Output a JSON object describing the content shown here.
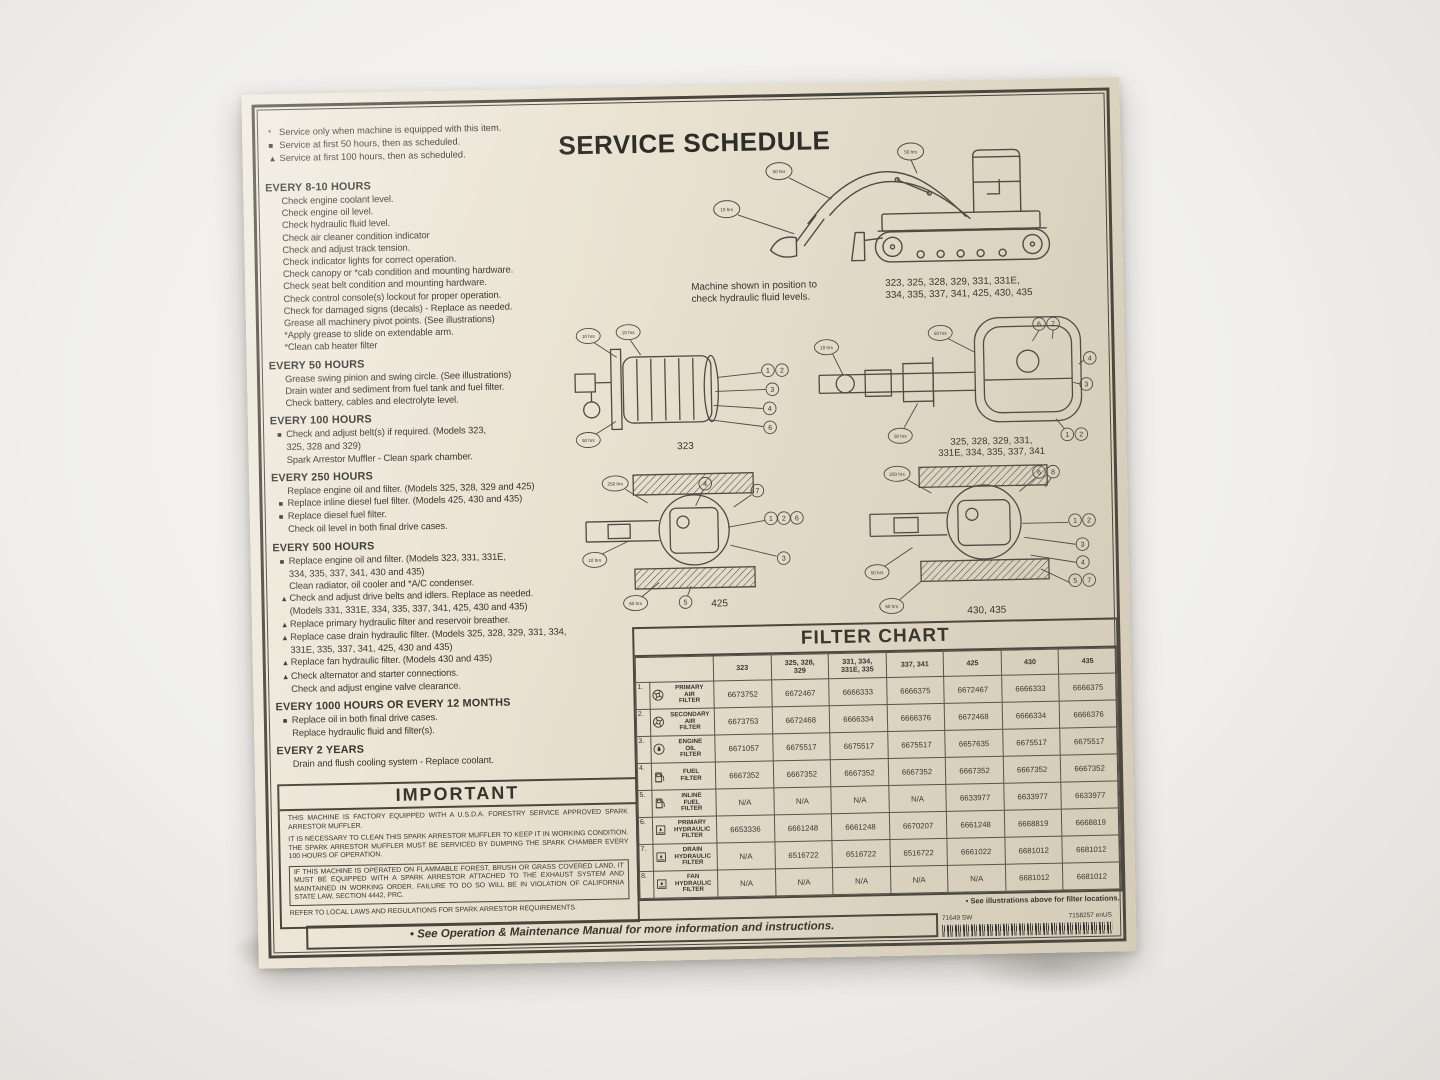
{
  "colors": {
    "label_bg": "#e9e2d1",
    "ink": "#35332c",
    "border": "#49453d"
  },
  "title": "SERVICE SCHEDULE",
  "legend": {
    "items": [
      {
        "sym": "*",
        "text": "Service only when machine is equipped with this item."
      },
      {
        "sym": "■",
        "text": "Service at first 50 hours, then as scheduled."
      },
      {
        "sym": "▲",
        "text": "Service at first 100 hours, then as scheduled."
      }
    ]
  },
  "schedule": {
    "sections": [
      {
        "heading": "EVERY 8-10 HOURS",
        "items": [
          {
            "m": "",
            "t": "Check engine coolant level."
          },
          {
            "m": "",
            "t": "Check engine oil level."
          },
          {
            "m": "",
            "t": "Check hydraulic fluid level."
          },
          {
            "m": "",
            "t": "Check air cleaner condition indicator"
          },
          {
            "m": "",
            "t": "Check and adjust track tension."
          },
          {
            "m": "",
            "t": "Check indicator lights for correct operation."
          },
          {
            "m": "",
            "t": "Check canopy or *cab condition and mounting hardware."
          },
          {
            "m": "",
            "t": "Check seat belt condition and mounting hardware."
          },
          {
            "m": "",
            "t": "Check control console(s) lockout for proper operation."
          },
          {
            "m": "",
            "t": "Check for damaged signs (decals) - Replace as needed."
          },
          {
            "m": "",
            "t": "Grease all machinery pivot points. (See illustrations)"
          },
          {
            "m": "",
            "t": "*Apply grease to slide on extendable arm."
          },
          {
            "m": "",
            "t": "*Clean cab heater filter"
          }
        ]
      },
      {
        "heading": "EVERY 50 HOURS",
        "items": [
          {
            "m": "",
            "t": "Grease swing pinion and swing circle. (See illustrations)"
          },
          {
            "m": "",
            "t": "Drain water and sediment from fuel tank and fuel filter."
          },
          {
            "m": "",
            "t": "Check battery, cables and electrolyte level."
          }
        ]
      },
      {
        "heading": "EVERY 100 HOURS",
        "items": [
          {
            "m": "■",
            "t": "Check and adjust belt(s) if required. (Models 323,\n325, 328 and 329)"
          },
          {
            "m": "",
            "t": "Spark Arrestor Muffler - Clean spark chamber."
          }
        ]
      },
      {
        "heading": "EVERY 250 HOURS",
        "items": [
          {
            "m": "",
            "t": "Replace engine oil and filter. (Models 325, 328, 329 and 425)"
          },
          {
            "m": "■",
            "t": "Replace inline diesel fuel filter. (Models 425, 430 and 435)"
          },
          {
            "m": "■",
            "t": "Replace diesel fuel filter."
          },
          {
            "m": "",
            "t": "Check oil level in both final drive cases."
          }
        ]
      },
      {
        "heading": "EVERY 500 HOURS",
        "items": [
          {
            "m": "■",
            "t": "Replace engine oil and filter. (Models 323, 331, 331E,\n334, 335, 337, 341, 430 and 435)"
          },
          {
            "m": "",
            "t": "Clean radiator, oil cooler and *A/C condenser."
          },
          {
            "m": "▲",
            "t": "Check and adjust drive belts and idlers. Replace as needed.\n(Models 331, 331E, 334, 335, 337, 341, 425, 430 and 435)"
          },
          {
            "m": "▲",
            "t": "Replace primary hydraulic filter and reservoir breather."
          },
          {
            "m": "▲",
            "t": "Replace case drain hydraulic filter. (Models 325, 328, 329, 331, 334,\n331E, 335, 337, 341, 425, 430 and 435)"
          },
          {
            "m": "▲",
            "t": "Replace fan hydraulic filter. (Models 430 and 435)"
          },
          {
            "m": "▲",
            "t": "Check alternator and starter connections."
          },
          {
            "m": "",
            "t": "Check and adjust engine valve clearance."
          }
        ]
      },
      {
        "heading": "EVERY 1000 HOURS OR EVERY 12 MONTHS",
        "items": [
          {
            "m": "■",
            "t": "Replace oil in both final drive cases."
          },
          {
            "m": "",
            "t": "Replace hydraulic fluid and filter(s)."
          }
        ]
      },
      {
        "heading": "EVERY 2 YEARS",
        "items": [
          {
            "m": "",
            "t": "Drain and flush cooling system - Replace coolant."
          }
        ]
      }
    ]
  },
  "machine": {
    "caption1": "Machine shown in position to",
    "caption2": "check hydraulic fluid levels.",
    "models1": "323, 325, 328, 329, 331, 331E,",
    "models2": "334, 335, 337, 341, 425, 430, 435",
    "balloons": [
      "10 hrs",
      "50 hrs",
      "50 hrs"
    ]
  },
  "diagrams": [
    {
      "label": "323",
      "balloons": [
        "10 hrs",
        "10 hrs",
        "50 hrs"
      ],
      "callouts": [
        "1",
        "2",
        "3",
        "4",
        "6"
      ]
    },
    {
      "label": "325, 328, 329, 331,",
      "label2": "331E, 334, 335, 337, 341",
      "balloons": [
        "10 hrs",
        "50 hrs",
        "50 hrs"
      ],
      "callouts": [
        "6",
        "7",
        "4",
        "3",
        "1",
        "2"
      ]
    },
    {
      "label": "425",
      "balloons": [
        "250 hrs",
        "10 hrs",
        "60 hrs"
      ],
      "callouts": [
        "4",
        "7",
        "1",
        "2",
        "6",
        "3",
        "5"
      ]
    },
    {
      "label": "430, 435",
      "balloons": [
        "250 hrs",
        "50 hrs",
        "60 hrs"
      ],
      "callouts": [
        "6",
        "8",
        "1",
        "2",
        "3",
        "4",
        "5",
        "7"
      ]
    }
  ],
  "filter_chart": {
    "title": "FILTER CHART",
    "columns": [
      "323",
      "325, 328,\n329",
      "331, 334,\n331E, 335",
      "337, 341",
      "425",
      "430",
      "435"
    ],
    "rows": [
      {
        "num": "1.",
        "name": "PRIMARY\nAIR\nFILTER",
        "values": [
          "6673752",
          "6672467",
          "6666333",
          "6666375",
          "6672467",
          "6666333",
          "6666375"
        ]
      },
      {
        "num": "2.",
        "name": "SECONDARY\nAIR\nFILTER",
        "values": [
          "6673753",
          "6672468",
          "6666334",
          "6666376",
          "6672468",
          "6666334",
          "6666376"
        ]
      },
      {
        "num": "3.",
        "name": "ENGINE\nOIL\nFILTER",
        "values": [
          "6671057",
          "6675517",
          "6675517",
          "6675517",
          "6657635",
          "6675517",
          "6675517"
        ]
      },
      {
        "num": "4.",
        "name": "FUEL\nFILTER",
        "values": [
          "6667352",
          "6667352",
          "6667352",
          "6667352",
          "6667352",
          "6667352",
          "6667352"
        ]
      },
      {
        "num": "5.",
        "name": "INLINE\nFUEL\nFILTER",
        "values": [
          "N/A",
          "N/A",
          "N/A",
          "N/A",
          "6633977",
          "6633977",
          "6633977"
        ]
      },
      {
        "num": "6.",
        "name": "PRIMARY\nHYDRAULIC\nFILTER",
        "values": [
          "6653336",
          "6661248",
          "6661248",
          "6670207",
          "6661248",
          "6668819",
          "6668819"
        ]
      },
      {
        "num": "7.",
        "name": "DRAIN\nHYDRAULIC\nFILTER",
        "values": [
          "N/A",
          "6516722",
          "6516722",
          "6516722",
          "6661022",
          "6681012",
          "6681012"
        ]
      },
      {
        "num": "8.",
        "name": "FAN\nHYDRAULIC\nFILTER",
        "values": [
          "N/A",
          "N/A",
          "N/A",
          "N/A",
          "N/A",
          "6681012",
          "6681012"
        ]
      }
    ],
    "footnote": "• See illustrations above for filter locations."
  },
  "important": {
    "title": "IMPORTANT",
    "p1": "THIS MACHINE IS FACTORY EQUIPPED WITH A U.S.D.A. FORESTRY SERVICE APPROVED SPARK ARRESTOR MUFFLER.",
    "p2": "IT IS NECESSARY TO CLEAN THIS SPARK ARRESTOR MUFFLER TO KEEP IT IN WORKING CONDITION. THE SPARK ARRESTOR MUFFLER MUST BE SERVICED BY DUMPING THE SPARK CHAMBER EVERY 100 HOURS OF OPERATION.",
    "p3": "IF THIS MACHINE IS OPERATED ON FLAMMABLE FOREST, BRUSH OR GRASS COVERED LAND, IT MUST BE EQUIPPED WITH A SPARK ARRESTOR ATTACHED TO THE EXHAUST SYSTEM AND MAINTAINED IN WORKING ORDER. FAILURE TO DO SO WILL BE IN VIOLATION OF CALIFORNIA STATE LAW, SECTION 4442, PRC.",
    "p4": "REFER TO LOCAL LAWS AND REGULATIONS FOR SPARK ARRESTOR REQUIREMENTS."
  },
  "footer": {
    "note": "• See Operation & Maintenance Manual for more information and instructions.",
    "code1": "71649 SW",
    "code2": "7158257 enUS"
  }
}
